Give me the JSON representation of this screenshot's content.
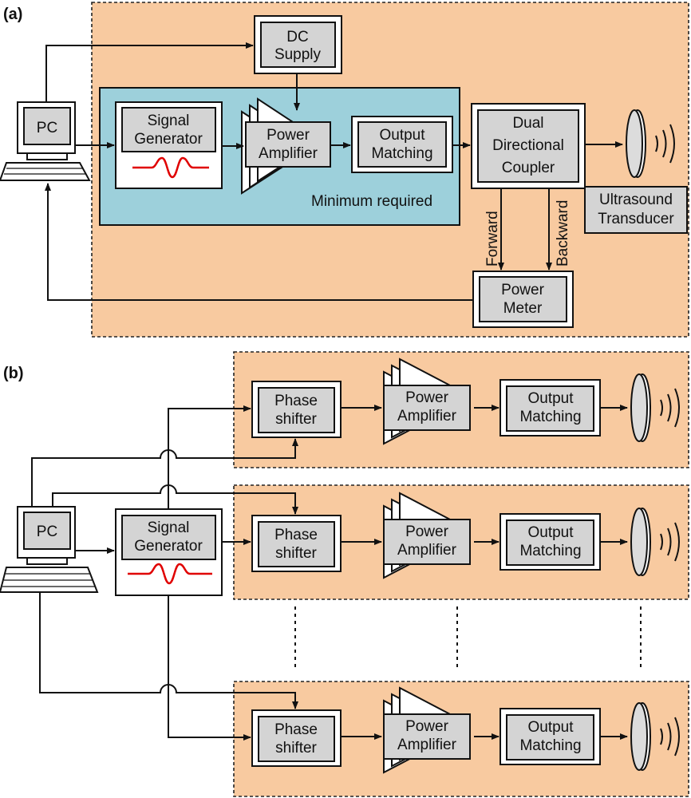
{
  "panel_a": {
    "label": "(a)",
    "pc": "PC",
    "dc_supply": [
      "DC",
      "Supply"
    ],
    "signal_generator": [
      "Signal",
      "Generator"
    ],
    "power_amplifier": [
      "Power",
      "Amplifier"
    ],
    "output_matching": [
      "Output",
      "Matching"
    ],
    "coupler": [
      "Dual",
      "Directional",
      "Coupler"
    ],
    "transducer": [
      "Ultrasound",
      "Transducer"
    ],
    "minimum_required": "Minimum required",
    "forward": "Forward",
    "backward": "Backward",
    "power_meter": [
      "Power",
      "Meter"
    ]
  },
  "panel_b": {
    "label": "(b)",
    "pc": "PC",
    "signal_generator": [
      "Signal",
      "Generator"
    ],
    "channels": [
      {
        "phase_shifter": [
          "Phase",
          "shifter"
        ],
        "power_amplifier": [
          "Power",
          "Amplifier"
        ],
        "output_matching": [
          "Output",
          "Matching"
        ]
      },
      {
        "phase_shifter": [
          "Phase",
          "shifter"
        ],
        "power_amplifier": [
          "Power",
          "Amplifier"
        ],
        "output_matching": [
          "Output",
          "Matching"
        ]
      },
      {
        "phase_shifter": [
          "Phase",
          "shifter"
        ],
        "power_amplifier": [
          "Power",
          "Amplifier"
        ],
        "output_matching": [
          "Output",
          "Matching"
        ]
      }
    ]
  },
  "colors": {
    "region_fill": "#f8caa0",
    "minimum_required_fill": "#9dd0db",
    "block_fill": "#d4d4d4",
    "waveform": "#e00000"
  }
}
